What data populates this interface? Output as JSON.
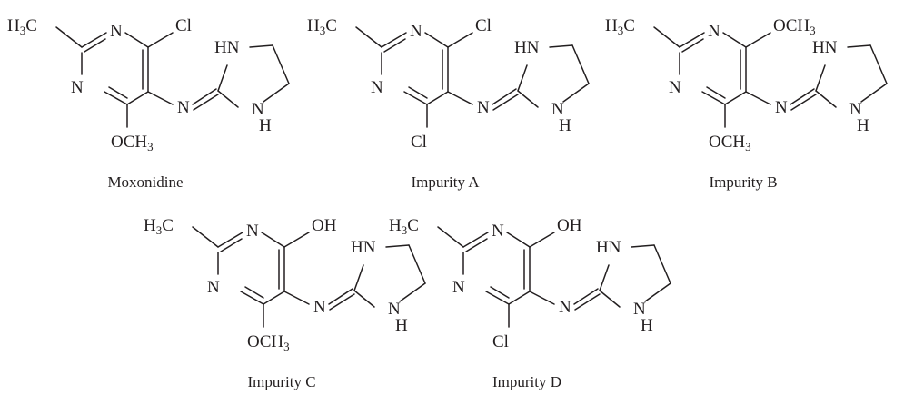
{
  "compounds": [
    {
      "name": "Moxonidine",
      "r1": "Cl",
      "r2": "OCH3"
    },
    {
      "name": "Impurity A",
      "r1": "Cl",
      "r2": "Cl"
    },
    {
      "name": "Impurity B",
      "r1": "OCH3",
      "r2": "OCH3"
    },
    {
      "name": "Impurity C",
      "r1": "OH",
      "r2": "OCH3"
    },
    {
      "name": "Impurity D",
      "r1": "OH",
      "r2": "Cl"
    }
  ],
  "atoms": {
    "methyl": "H3C",
    "ring_n": "N",
    "imine_n": "N",
    "imidazoline_hn": "HN",
    "imidazoline_nh_n": "N",
    "imidazoline_nh_h": "H"
  },
  "colors": {
    "ink": "#231f20",
    "background": "#ffffff"
  }
}
